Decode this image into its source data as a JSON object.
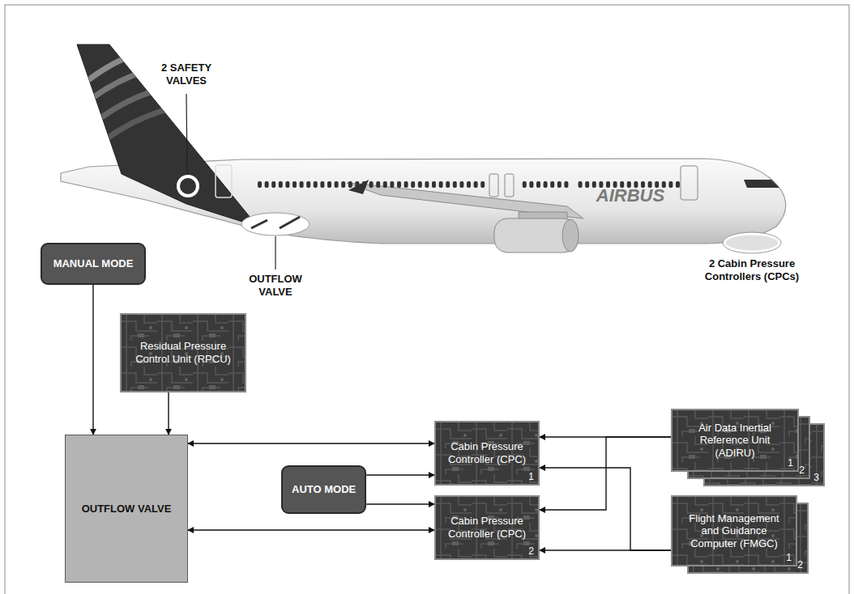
{
  "diagram": {
    "nodes": [
      {
        "text": [
          "MANUAL MODE"
        ]
      },
      {
        "text": [
          "Residual Pressure Control Unit (RPCU)"
        ]
      },
      {
        "text": [
          "OUTFLOW VALVE"
        ]
      },
      {
        "text": [
          "AUTO MODE"
        ]
      },
      {
        "text": [
          "Cabin Pressure Controller (CPC)",
          "1"
        ]
      },
      {
        "text": [
          "Cabin Pressure Controller (CPC)",
          "2"
        ]
      },
      {
        "text": [
          "Air Data Inertial Reference Unit (ADIRU)",
          "1"
        ]
      },
      {
        "text": [
          "2"
        ]
      },
      {
        "text": [
          "3"
        ]
      },
      {
        "text": [
          "Flight Management and Guidance Computer (FMGC)",
          "1"
        ]
      },
      {
        "text": [
          "2"
        ]
      }
    ],
    "edges": [
      {
        "from": 0,
        "to": 2,
        "arrow": "to"
      },
      {
        "from": 1,
        "to": 2,
        "arrow": "to"
      },
      {
        "from": 2,
        "to": 4,
        "arrow": "both"
      },
      {
        "from": 2,
        "to": 5,
        "arrow": "both"
      },
      {
        "from": 3,
        "to": 4,
        "arrow": "to"
      },
      {
        "from": 3,
        "to": 5,
        "arrow": "to"
      },
      {
        "from": 6,
        "to": 4,
        "arrow": "to"
      },
      {
        "from": 6,
        "to": 5,
        "arrow": "to"
      },
      {
        "from": 9,
        "to": 4,
        "arrow": "to"
      },
      {
        "from": 9,
        "to": 5,
        "arrow": "to"
      }
    ],
    "labels": [
      "2 SAFETY VALVES",
      "OUTFLOW VALVE",
      "2 Cabin Pressure Controllers (CPCs)",
      "AIRBUS"
    ]
  }
}
